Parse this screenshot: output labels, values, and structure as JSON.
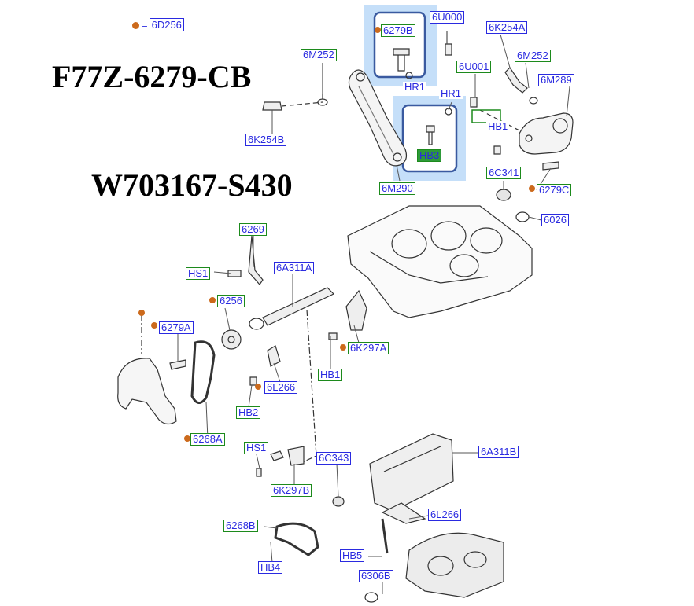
{
  "part_numbers": {
    "primary": "F77Z-6279-CB",
    "secondary": "W703167-S430"
  },
  "legend": {
    "symbol": "=",
    "label": "6D256"
  },
  "callouts": [
    {
      "id": "6279B",
      "style": "green"
    },
    {
      "id": "6U000",
      "style": "blue"
    },
    {
      "id": "6K254A",
      "style": "blue"
    },
    {
      "id": "6M252",
      "style": "green"
    },
    {
      "id": "6M252",
      "style": "green"
    },
    {
      "id": "6M289",
      "style": "blue"
    },
    {
      "id": "HR1",
      "style": "plain"
    },
    {
      "id": "6U001",
      "style": "green"
    },
    {
      "id": "HR1",
      "style": "plain"
    },
    {
      "id": "HB1",
      "style": "plain"
    },
    {
      "id": "6K254B",
      "style": "blue"
    },
    {
      "id": "HB3",
      "style": "filled"
    },
    {
      "id": "6C341",
      "style": "green"
    },
    {
      "id": "6279C",
      "style": "green"
    },
    {
      "id": "6M290",
      "style": "green"
    },
    {
      "id": "6026",
      "style": "blue"
    },
    {
      "id": "6269",
      "style": "green"
    },
    {
      "id": "HS1",
      "style": "green"
    },
    {
      "id": "6A311A",
      "style": "blue"
    },
    {
      "id": "6256",
      "style": "green"
    },
    {
      "id": "6279A",
      "style": "blue"
    },
    {
      "id": "6K297A",
      "style": "green"
    },
    {
      "id": "HB1",
      "style": "green"
    },
    {
      "id": "6L266",
      "style": "blue"
    },
    {
      "id": "HB2",
      "style": "green"
    },
    {
      "id": "6268A",
      "style": "green"
    },
    {
      "id": "HS1",
      "style": "green"
    },
    {
      "id": "6C343",
      "style": "blue"
    },
    {
      "id": "6A311B",
      "style": "blue"
    },
    {
      "id": "6K297B",
      "style": "green"
    },
    {
      "id": "6L266",
      "style": "blue"
    },
    {
      "id": "6268B",
      "style": "green"
    },
    {
      "id": "HB5",
      "style": "blue"
    },
    {
      "id": "HB4",
      "style": "blue"
    },
    {
      "id": "6306B",
      "style": "blue"
    }
  ],
  "colors": {
    "label_text": "#2a2ae0",
    "label_border_blue": "#2a2ae0",
    "label_border_green": "#1c8a1c",
    "label_fill_green": "#2e9a3a",
    "marker_orange": "#cc6a1c",
    "highlight_box": "#3a5aa0",
    "highlight_glow": "#b7d7f7",
    "line_art": "#333333"
  }
}
